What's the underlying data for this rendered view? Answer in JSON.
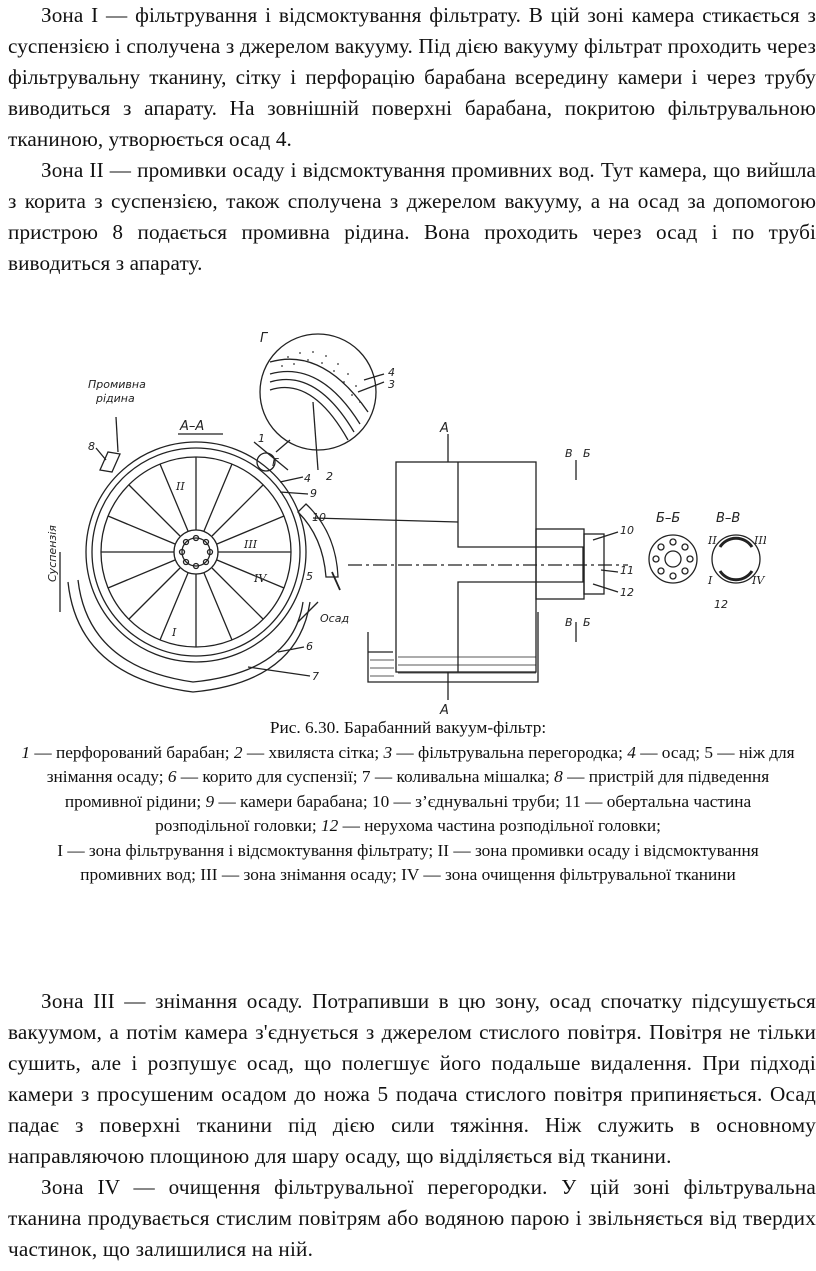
{
  "paragraphs_top": [
    "Зона I — фільтрування і відсмоктування фільтрату. В цій зоні камера стикається з суспензією і сполучена з джерелом вакууму. Під дією вакууму фільтрат проходить через фільтрувальну тканину, сітку і перфорацію барабана всередину камери і через трубу виводиться з апарату. На зовнішній поверхні барабана, покритою фільтрувальною тканиною, утворюється осад 4.",
    "Зона II — промивки осаду і відсмоктування промивних вод. Тут камера, що вийшла з корита з суспензією, також сполучена з джерелом вакууму, а на осад за допомогою пристрою 8 подається промивна рідина. Вона проходить через осад і по трубі виводиться з апарату."
  ],
  "figure": {
    "labels": {
      "wash_liquid_line1": "Промивна",
      "wash_liquid_line2": "рідина",
      "suspension": "Суспензія",
      "sediment": "Осад",
      "section_aa": "А–А",
      "detail_g": "Г",
      "detail_g2": "Г",
      "section_a_top": "А",
      "section_a_bottom": "А",
      "section_v": "В",
      "section_b": "Б",
      "section_v2": "В",
      "section_b2": "Б",
      "section_bb": "Б–Б",
      "section_vv": "В–В",
      "n1": "1",
      "n2": "2",
      "n3": "3",
      "n4": "4",
      "n4b": "4",
      "n5": "5",
      "n6": "6",
      "n7": "7",
      "n8": "8",
      "n9": "9",
      "n10": "10",
      "n10b": "10",
      "n11": "11",
      "n12": "12",
      "n12b": "12",
      "zone_I": "I",
      "zone_II": "II",
      "zone_III": "III",
      "zone_IV": "IV",
      "vv_I": "I",
      "vv_II": "II",
      "vv_III": "III",
      "vv_IV": "IV"
    }
  },
  "caption": {
    "title": "Рис. 6.30.  Барабанний вакуум-фільтр:",
    "parts": [
      {
        "num": "1",
        "text": " — перфорований барабан; "
      },
      {
        "num": "2",
        "text": " — хвиляста сітка; "
      },
      {
        "num": "3",
        "text": " — фільтрувальна перегородка; "
      },
      {
        "num": "4",
        "text": " — осад; "
      },
      {
        "num": "5",
        "text": " — ніж для знімання осаду; ",
        "upright": true
      },
      {
        "num": "6",
        "text": " — корито для суспензії; "
      },
      {
        "num": "7",
        "text": " — коливальна мішалка; ",
        "upright": true
      },
      {
        "num": "8",
        "text": " — пристрій для підведення промивної рідини; "
      },
      {
        "num": "9",
        "text": " — камери барабана; "
      },
      {
        "num": "10",
        "text": " — з’єднувальні труби; ",
        "upright": true
      },
      {
        "num": "11",
        "text": " — обертальна частина розподільної головки; ",
        "upright": true
      },
      {
        "num": "12",
        "text": " — нерухома частина розподільної головки;"
      }
    ],
    "zones": "I — зона фільтрування і відсмоктування фільтрату; II — зона промивки осаду і відсмоктування промивних вод; III — зона знімання осаду; IV  —  зона очищення фільтрувальної тканини"
  },
  "paragraphs_bottom": [
    "Зона III — знімання осаду. Потрапивши в цю зону, осад спочатку підсушується вакуумом, а потім камера з'єднується з джерелом стислого повітря. Повітря не тільки сушить, але і розпушує осад, що полегшує його подальше видалення. При підході камери з просушеним осадом до ножа 5 подача стислого повітря припиняється. Осад падає з поверхні тканини під дією сили тяжіння. Ніж служить в основному направляючою площиною для шару осаду, що відділяється від тканини.",
    "Зона IV — очищення фільтрувальної перегородки. У цій зоні фільтрувальна тканина продувається стислим повітрям або водяною парою і звільняється від твердих частинок, що залишилися на ній."
  ]
}
